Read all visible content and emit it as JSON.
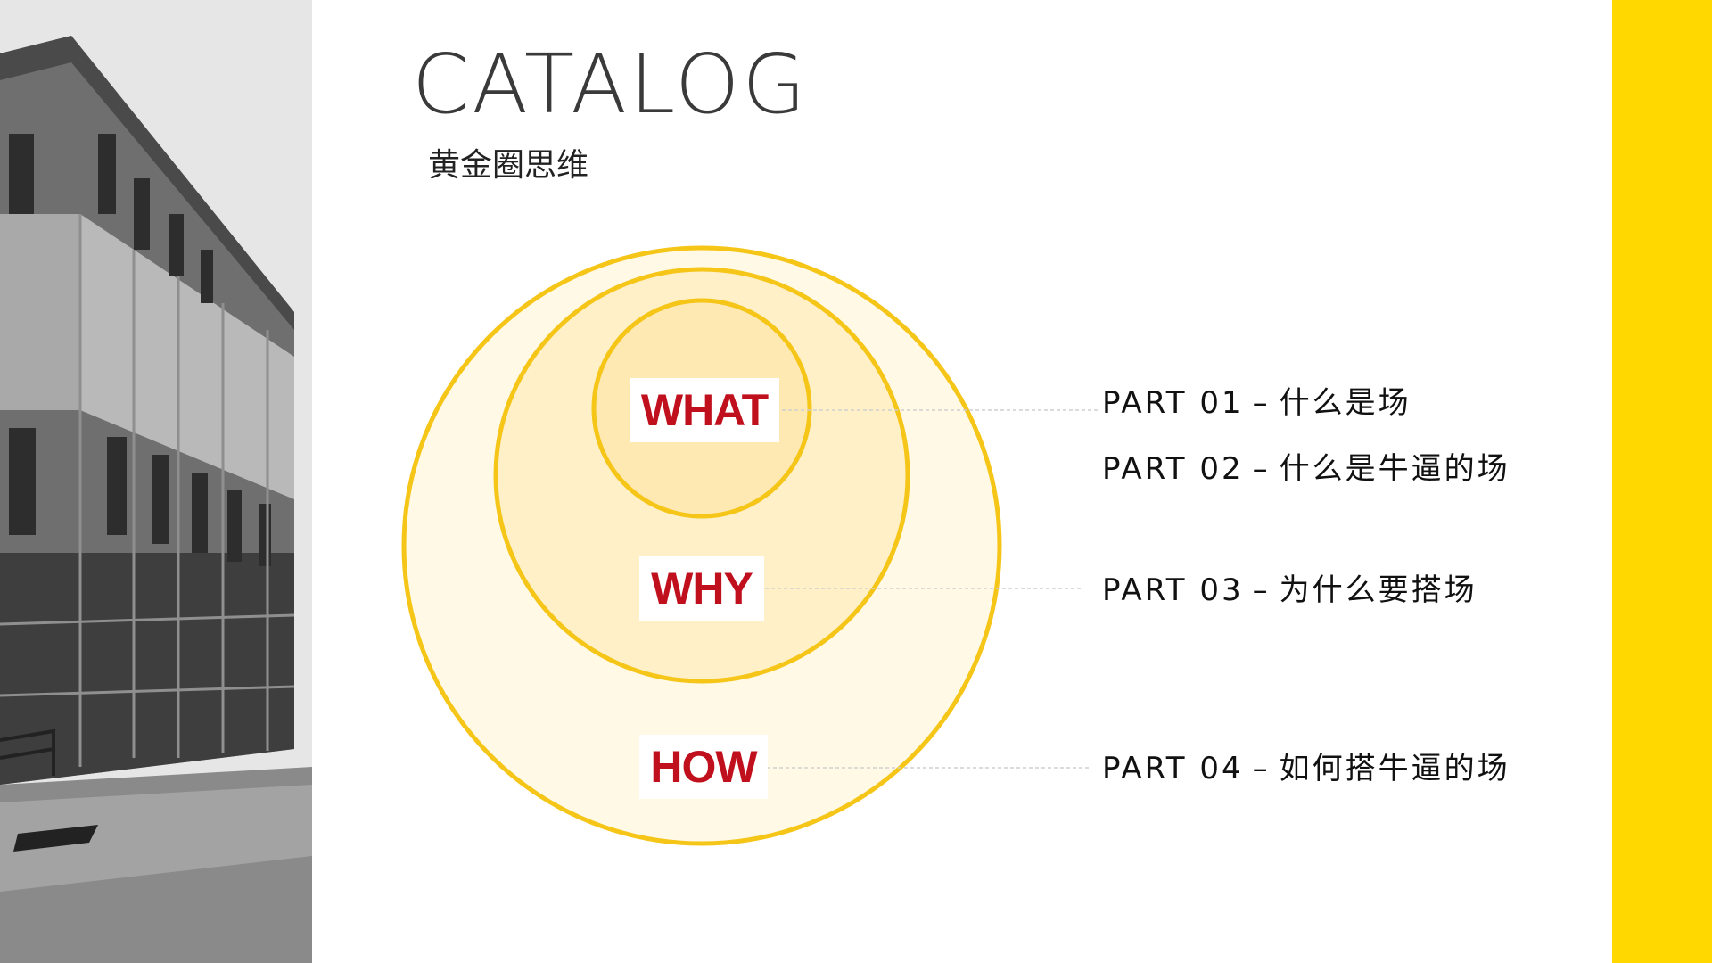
{
  "header": {
    "title": "CATALOG",
    "subtitle": "黄金圈思维"
  },
  "colors": {
    "accent": "#FFD800",
    "ring": "#F5C518",
    "label_text": "#C0101E"
  },
  "circles": {
    "what": "WHAT",
    "why": "WHY",
    "how": "HOW"
  },
  "parts": [
    {
      "num": "PART 01",
      "sep": "–",
      "title": "什么是场"
    },
    {
      "num": "PART 02",
      "sep": "–",
      "title": "什么是牛逼的场"
    },
    {
      "num": "PART 03",
      "sep": "–",
      "title": "为什么要搭场"
    },
    {
      "num": "PART 04",
      "sep": "–",
      "title": "如何搭牛逼的场"
    }
  ]
}
